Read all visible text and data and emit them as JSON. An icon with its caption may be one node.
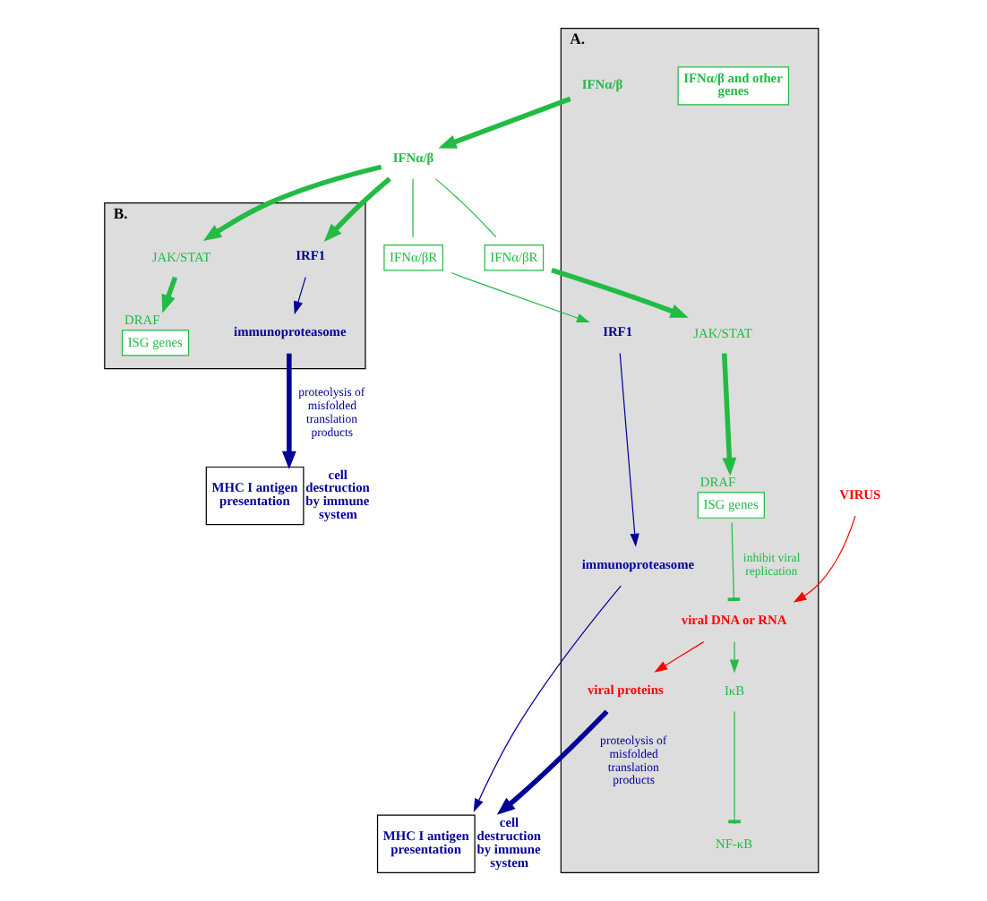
{
  "diagram": {
    "nodes": [
      {
        "text": [
          "A."
        ]
      },
      {
        "text": [
          "VIRUS"
        ]
      },
      {
        "text": [
          "viral DNA or RNA"
        ],
        "in": 0
      },
      {
        "text": [
          "viral proteins"
        ],
        "in": 0
      },
      {
        "text": [
          "MHC I antigen presentation"
        ],
        "beside": [
          "cell destruction by immune system"
        ]
      },
      {
        "text": [
          "immunoproteasome"
        ],
        "in": 0
      },
      {
        "text": [
          "IRF1"
        ],
        "in": 0
      },
      {
        "text": [
          "IFNα/βR"
        ]
      },
      {
        "text": [
          "ISG genes"
        ],
        "beside": [
          "DRAF"
        ],
        "in": 0
      },
      {
        "text": [
          "JAK/STAT"
        ],
        "in": 0
      },
      {
        "text": [
          "IFNα/βR"
        ]
      },
      {
        "text": [
          "IκB"
        ],
        "in": 0
      },
      {
        "text": [
          "NF-κB"
        ],
        "in": 0
      },
      {
        "text": [
          "IFNα/β and other genes"
        ],
        "in": 0
      },
      {
        "text": [
          "IFNα/β"
        ],
        "in": 0
      },
      {
        "text": [
          "IFNα/β"
        ]
      },
      {
        "text": [
          "B."
        ]
      },
      {
        "text": [
          "IRF1"
        ],
        "in": 16
      },
      {
        "text": [
          "immunoproteasome"
        ],
        "in": 16
      },
      {
        "text": [
          "MHC I antigen presentation"
        ],
        "beside": [
          "cell destruction by immune system"
        ]
      },
      {
        "text": [
          "JAK/STAT"
        ],
        "in": 16
      },
      {
        "text": [
          "ISG genes"
        ],
        "beside": [
          "DRAF"
        ],
        "in": 16
      }
    ],
    "edges": [
      {
        "from": 1,
        "to": 2,
        "arrow": "to",
        "color": "#ff0000"
      },
      {
        "from": 2,
        "to": 3,
        "arrow": "to",
        "color": "#ff0000"
      },
      {
        "from": 3,
        "to": 4,
        "arrow": "to",
        "label": "proteolysis of misfolded translation products",
        "style": "thick",
        "color": "#000099"
      },
      {
        "from": 5,
        "to": 4,
        "arrow": "to",
        "color": "#000099"
      },
      {
        "from": 6,
        "to": 5,
        "arrow": "to",
        "color": "#000099"
      },
      {
        "from": 7,
        "to": 6,
        "arrow": "to"
      },
      {
        "from": 2,
        "to": 11,
        "arrow": "to"
      },
      {
        "from": 11,
        "to": 12,
        "arrow": "other"
      },
      {
        "from": 14,
        "to": 15,
        "arrow": "to",
        "style": "thick"
      },
      {
        "from": 15,
        "to": 10,
        "arrow": "none"
      },
      {
        "from": 15,
        "to": 7,
        "arrow": "none"
      },
      {
        "from": 10,
        "to": 9,
        "arrow": "to",
        "style": "thick"
      },
      {
        "from": 9,
        "to": 8,
        "arrow": "to",
        "style": "thick"
      },
      {
        "from": 8,
        "to": 2,
        "arrow": "other",
        "label": "inhibit viral replication"
      },
      {
        "from": 15,
        "to": 20,
        "arrow": "to",
        "style": "thick"
      },
      {
        "from": 15,
        "to": 17,
        "arrow": "to",
        "style": "thick"
      },
      {
        "from": 20,
        "to": 21,
        "arrow": "to",
        "style": "thick"
      },
      {
        "from": 17,
        "to": 18,
        "arrow": "to",
        "color": "#000099"
      },
      {
        "from": 18,
        "to": 19,
        "arrow": "to",
        "label": "proteolysis of misfolded translation products",
        "style": "thick",
        "color": "#000099"
      }
    ]
  }
}
